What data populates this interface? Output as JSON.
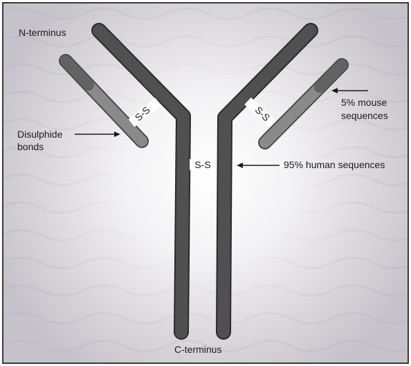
{
  "labels": {
    "n_terminus": "N-terminus",
    "c_terminus": "C-terminus",
    "disulphide_line1": "Disulphide",
    "disulphide_line2": "bonds",
    "mouse_line1": "5% mouse",
    "mouse_line2": "sequences",
    "human": "95% human sequences",
    "bond_upper_left": "S-S",
    "bond_upper_right": "S-S",
    "bond_center": "S-S"
  },
  "colors": {
    "heavy_chain": "#505050",
    "light_chain": "#8a8a8a",
    "mouse_region": "#626262",
    "outline": "#2a2a2a",
    "background_outer": "#c9c6cc",
    "background_inner": "#ffffff",
    "frame": "#000000"
  }
}
